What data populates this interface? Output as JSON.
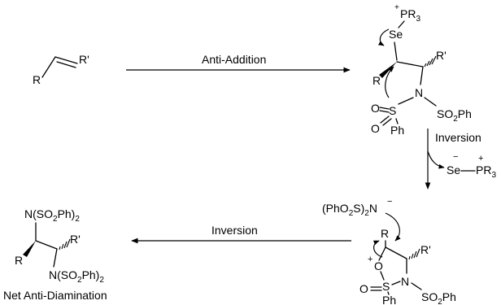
{
  "labels": {
    "anti_addition": "Anti-Addition",
    "inversion_1": "Inversion",
    "inversion_2": "Inversion",
    "net": "Net Anti-Diamination"
  },
  "alkene": {
    "r": "R",
    "r_prime": "R'"
  },
  "intermediate_1": {
    "phosphonium": "+PR3",
    "se": "Se",
    "r": "R",
    "r_prime": "R'",
    "n": "N",
    "so2ph": "SO2Ph",
    "s": "S",
    "o_top": "O",
    "o_bottom": "O",
    "ph": "Ph"
  },
  "byproduct": {
    "minus": "−",
    "se": "Se",
    "plus": "+",
    "pr3": "PR3"
  },
  "nucleophile": {
    "formula": "(PhO2S)2N",
    "charge": "−"
  },
  "intermediate_2": {
    "r": "R",
    "r_prime": "R'",
    "plus": "+",
    "o_ring": "O",
    "s": "S",
    "o_exo": "O",
    "n": "N",
    "so2ph": "SO2Ph",
    "ph": "Ph"
  },
  "product": {
    "top_group": "N(SO2Ph)2",
    "r": "R",
    "r_prime": "R'",
    "bottom_group": "N(SO2Ph)2"
  },
  "colors": {
    "ink": "#000000",
    "background": "#ffffff"
  }
}
